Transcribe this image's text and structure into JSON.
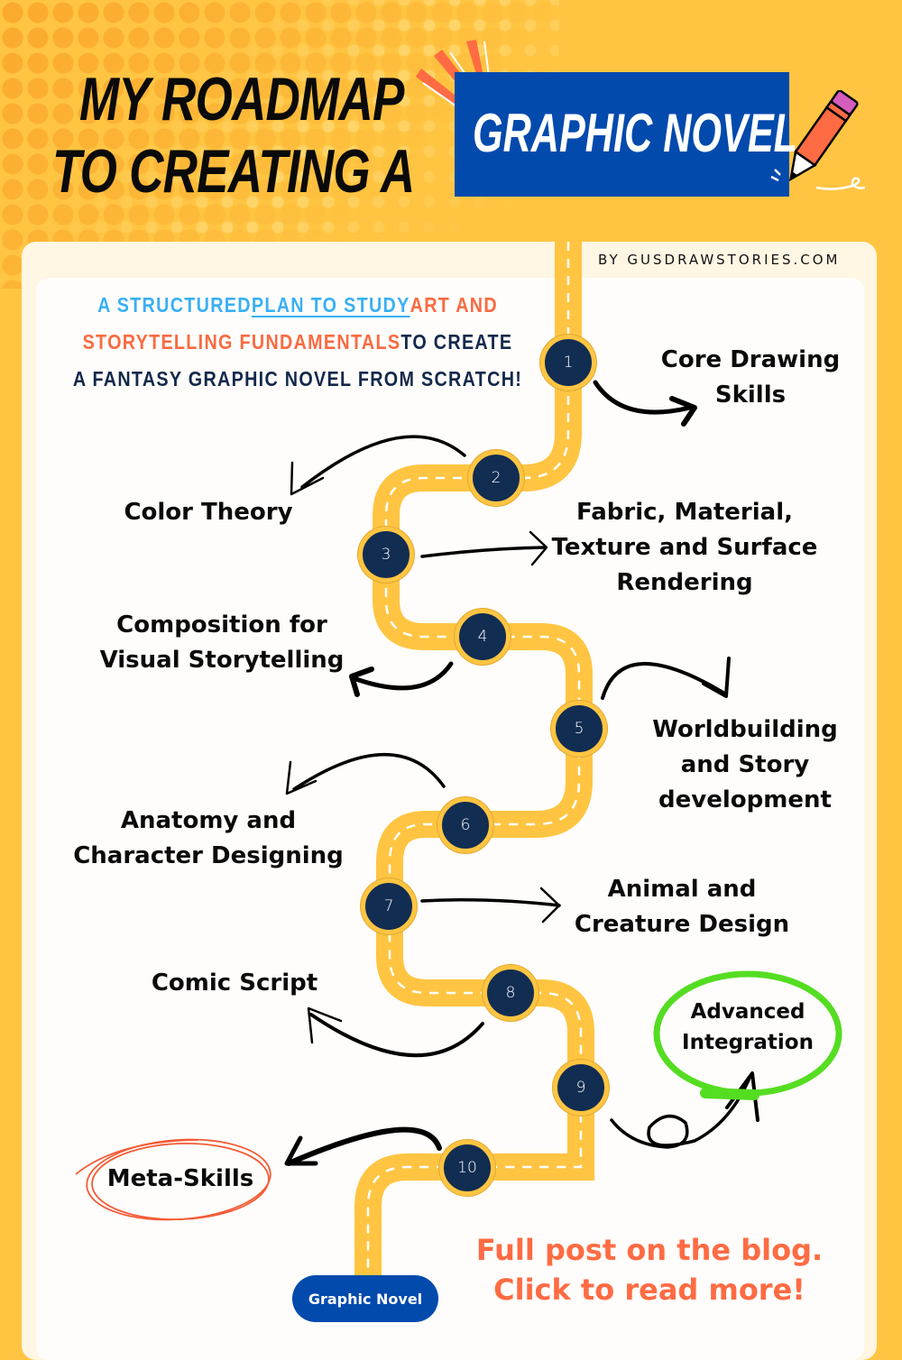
{
  "header": {
    "title_line1": "MY ROADMAP",
    "title_line2": "TO CREATING A",
    "banner": "GRAPHIC NOVEL",
    "byline": "BY GUSDRAWSTORIES.COM"
  },
  "subtitle": {
    "line1": [
      {
        "text": "A STRUCTURED ",
        "color": "blue"
      },
      {
        "text": "PLAN TO STUDY",
        "color": "blue",
        "underline": true
      },
      {
        "text": " ART AND",
        "color": "orange"
      }
    ],
    "line2": [
      {
        "text": "STORYTELLING FUNDAMENTALS",
        "color": "orange"
      },
      {
        "text": " TO CREATE",
        "color": "navy"
      }
    ],
    "line3": [
      {
        "text": "A FANTASY GRAPHIC NOVEL FROM SCRATCH!",
        "color": "navy"
      }
    ],
    "p1a": "A STRUCTURED ",
    "p1b": "PLAN TO STUDY",
    "p1c": " ART AND",
    "p2a": "STORYTELLING FUNDAMENTALS",
    "p2b": " TO CREATE",
    "p3a": "A FANTASY GRAPHIC NOVEL FROM SCRATCH!"
  },
  "steps": [
    {
      "number": "1",
      "label_lines": [
        "Core Drawing",
        "Skills"
      ]
    },
    {
      "number": "2",
      "label_lines": [
        "Color Theory"
      ]
    },
    {
      "number": "3",
      "label_lines": [
        "Fabric, Material,",
        "Texture and Surface",
        "Rendering"
      ]
    },
    {
      "number": "4",
      "label_lines": [
        "Composition for",
        "Visual Storytelling"
      ]
    },
    {
      "number": "5",
      "label_lines": [
        "Worldbuilding",
        "and Story",
        "development"
      ]
    },
    {
      "number": "6",
      "label_lines": [
        "Anatomy and",
        "Character Designing"
      ]
    },
    {
      "number": "7",
      "label_lines": [
        "Animal and",
        "Creature Design"
      ]
    },
    {
      "number": "8",
      "label_lines": [
        "Comic Script"
      ]
    },
    {
      "number": "9",
      "label_lines": [
        "Advanced",
        "Integration"
      ]
    },
    {
      "number": "10",
      "label_lines": [
        "Meta-Skills"
      ]
    }
  ],
  "goal_label": "Graphic Novel",
  "cta": {
    "line1": "Full post on the blog.",
    "line2": "Click to read more!"
  },
  "colors": {
    "background": "#FFC542",
    "banner": "#034AAD",
    "node": "#122D52",
    "road": "#FFC542",
    "accent_orange": "#FF6B43",
    "accent_blue": "#39B0F4",
    "highlight_green": "#55DD22"
  }
}
